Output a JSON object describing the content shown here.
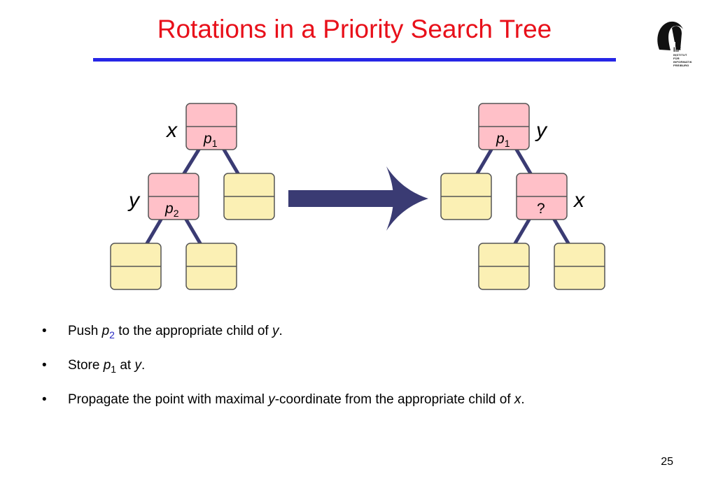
{
  "slide": {
    "title": "Rotations in a Priority Search Tree",
    "page_number": "25",
    "logo_text": "IIF",
    "logo_subtext": "INSTITUT FÜR INFORMATIK FREIBURG"
  },
  "colors": {
    "title": "#e8101a",
    "rule": "#2626e6",
    "node_pink": "#ffc0c8",
    "node_yellow": "#fbf0b4",
    "edge": "#3a3b73",
    "arrow": "#3a3b73"
  },
  "left_tree": {
    "root_var": "x",
    "root_point": "p",
    "root_point_sub": "1",
    "child_var": "y",
    "child_point": "p",
    "child_point_sub": "2"
  },
  "right_tree": {
    "root_var": "y",
    "root_point": "p",
    "root_point_sub": "1",
    "child_var": "x",
    "child_point": "?"
  },
  "bullets": [
    {
      "parts": [
        "Push ",
        "p",
        "2",
        " to the appropriate child of ",
        "y",
        "."
      ]
    },
    {
      "parts": [
        "Store ",
        "p",
        "1",
        " at ",
        "y",
        "."
      ]
    },
    {
      "parts": [
        "Propagate the point with maximal ",
        "y",
        "-coordinate from the appropriate child of ",
        "x",
        "."
      ]
    }
  ],
  "bullet_symbol": "•"
}
